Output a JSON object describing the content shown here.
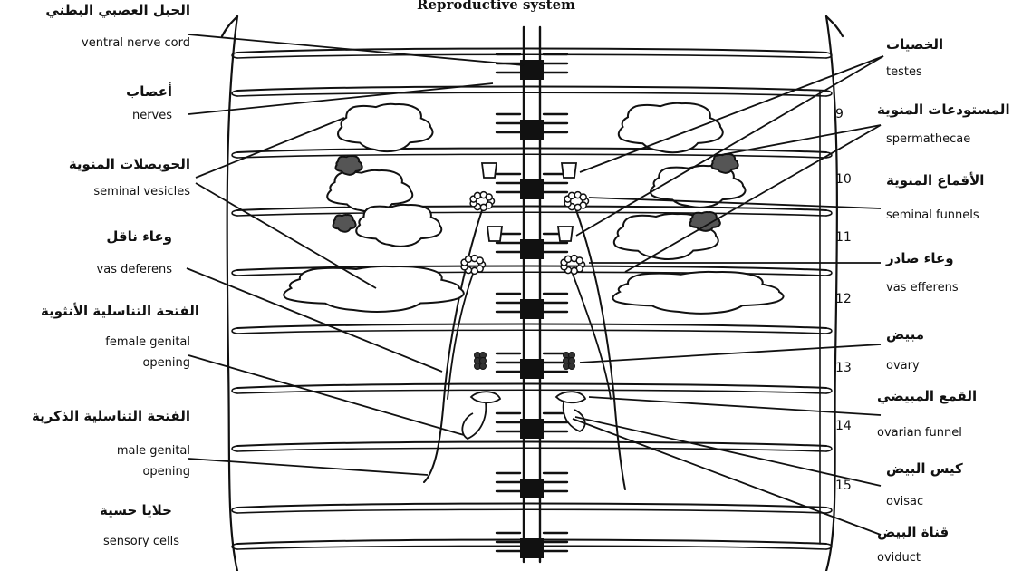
{
  "title": "Reproductive system",
  "labels_left": [
    {
      "ar": "الحبل العصبي البطني",
      "en": "ventral nerve cord"
    },
    {
      "ar": "أعصاب",
      "en": "nerves"
    },
    {
      "ar": "الحويصلات المنوية",
      "en": "seminal vesicles"
    },
    {
      "ar": "وعاء ناقل",
      "en": "vas deferens"
    },
    {
      "ar": "الفتحة التناسلية الأنثوية",
      "en": "female genital",
      "en2": "opening"
    },
    {
      "ar": "الفتحة التناسلية الذكرية",
      "en": "male genital",
      "en2": "opening"
    },
    {
      "ar": "خلايا حسية",
      "en": "sensory cells"
    }
  ],
  "labels_right": [
    {
      "ar": "الخصيات",
      "en": "testes"
    },
    {
      "ar": "المستودعات المنوية",
      "en": "spermathecae"
    },
    {
      "ar": "الأقماع المنوية",
      "en": "seminal funnels"
    },
    {
      "ar": "وعاء صادر",
      "en": "vas efferens"
    },
    {
      "ar": "مبيض",
      "en": "ovary"
    },
    {
      "ar": "القمع المبيضي",
      "en": "ovarian funnel"
    },
    {
      "ar": "كيس البيض",
      "en": "ovisac"
    },
    {
      "ar": "قناة البيض",
      "en": "oviduct"
    }
  ],
  "segments": [
    "9",
    "10",
    "11",
    "12",
    "13",
    "14",
    "15"
  ]
}
